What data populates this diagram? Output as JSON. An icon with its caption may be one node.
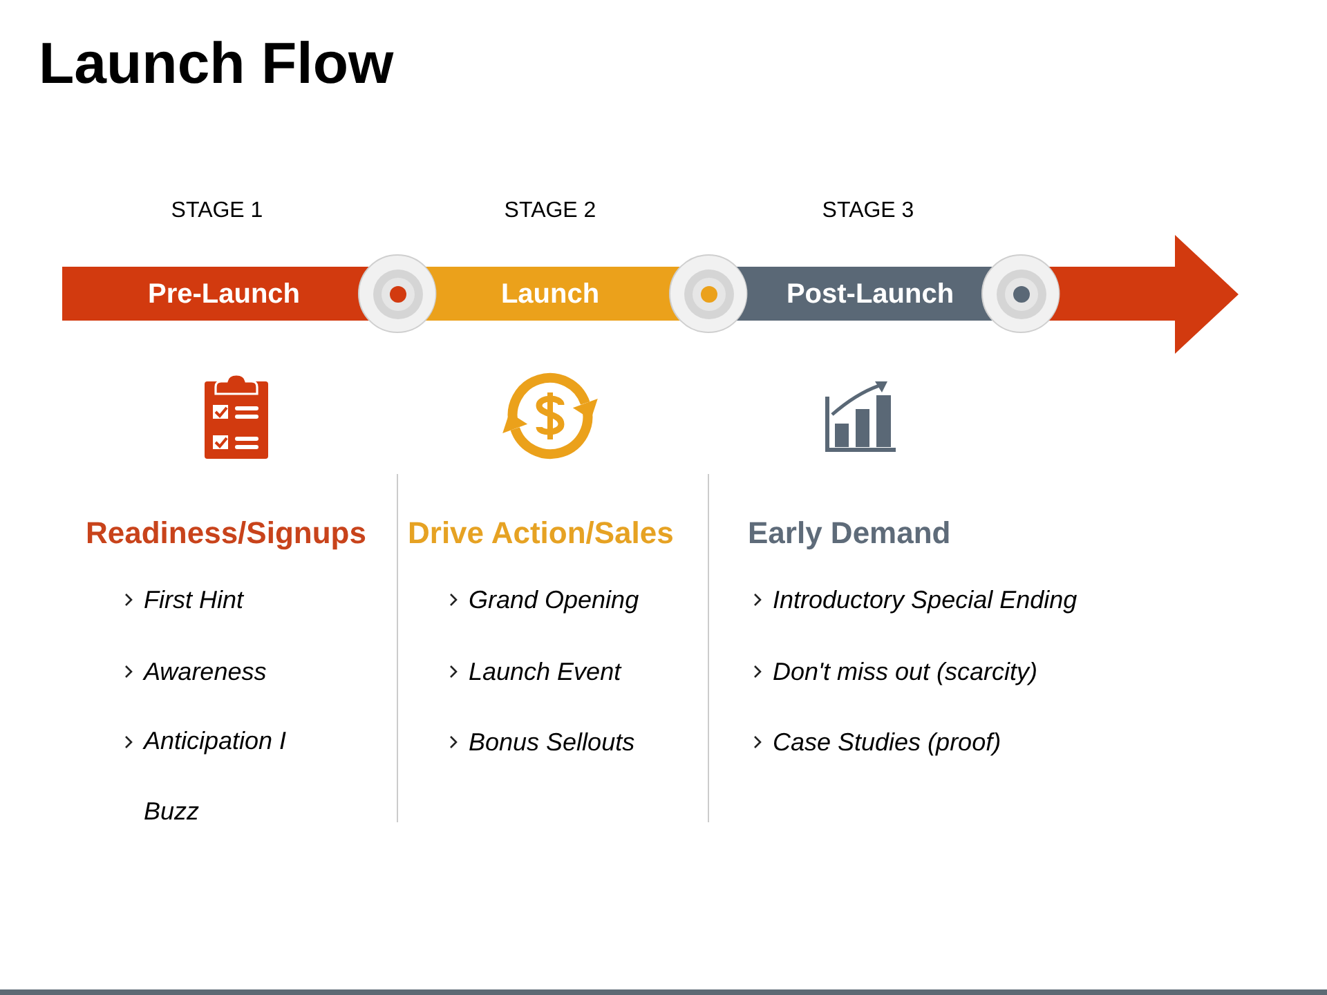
{
  "diagram": {
    "title": "Launch Flow",
    "nodes": [
      {
        "text": [
          "Pre-Launch"
        ],
        "beside": [
          "STAGE 1"
        ]
      },
      {
        "text": [],
        "shape": "circle"
      },
      {
        "text": [
          "Launch"
        ],
        "beside": [
          "STAGE 2"
        ]
      },
      {
        "text": [],
        "shape": "circle"
      },
      {
        "text": [
          "Post-Launch"
        ],
        "beside": [
          "STAGE 3"
        ]
      },
      {
        "text": [],
        "shape": "circle"
      },
      {
        "text": [],
        "shape": "arrow"
      }
    ],
    "labels": [
      "Readiness/Signups",
      "First Hint",
      "Awareness",
      "Anticipation I Buzz",
      "Drive Action/Sales",
      "Grand Opening",
      "Launch Event",
      "Bonus Sellouts",
      "Early Demand",
      "Introductory Special Ending",
      "Don't miss out (scarcity)",
      "Case Studies (proof)"
    ]
  }
}
